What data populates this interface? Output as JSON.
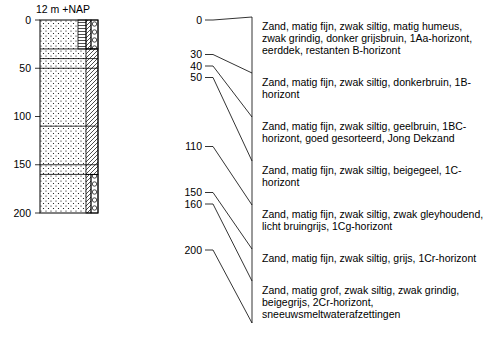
{
  "diagram": {
    "labels": [
      "12 m +NAP",
      "0",
      "50",
      "100",
      "150",
      "200",
      "0",
      "30",
      "40",
      "50",
      "110",
      "150",
      "160",
      "200",
      "Zand, matig fijn, zwak siltig, matig humeus, zwak grindig, donker grijsbruin, 1Aa-horizont, eerddek, restanten B-horizont",
      "Zand, matig fijn, zwak siltig, donkerbruin, 1B-horizont",
      "Zand, matig fijn, zwak siltig, geelbruin, 1BC-horizont, goed gesorteerd, Jong Dekzand",
      "Zand, matig fijn, zwak siltig, beigegeel, 1C-horizont",
      "Zand, matig fijn, zwak siltig, zwak gleyhoudend, licht bruingrijs, 1Cg-horizont",
      "Zand, matig fijn, zwak siltig, grijs, 1Cr-horizont",
      "Zand, matig grof, zwak siltig, zwak grindig, beigegrijs, 2Cr-horizont, sneeuwsmeltwaterafzettingen"
    ]
  }
}
